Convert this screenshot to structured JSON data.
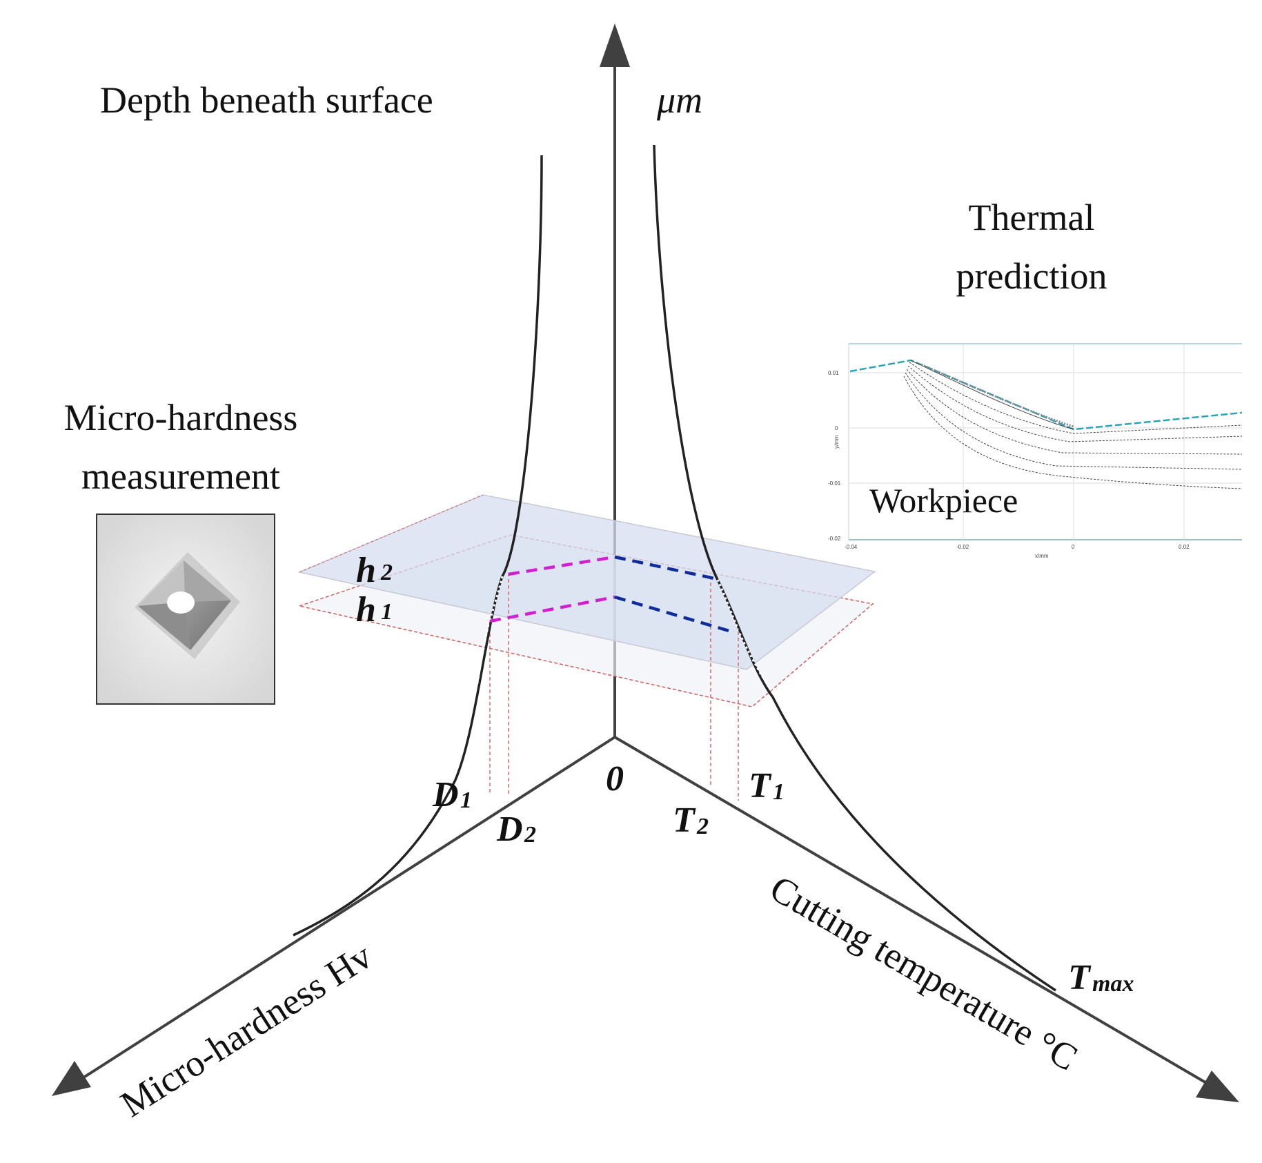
{
  "labels": {
    "depth_axis": "Depth beneath surface",
    "depth_unit": "μm",
    "hardness_axis": "Micro-hardness  Hv",
    "temp_axis": "Cutting temperature °C",
    "micro_title_1": "Micro-hardness",
    "micro_title_2": "measurement",
    "thermal_title_1": "Thermal",
    "thermal_title_2": "prediction",
    "workpiece": "Workpiece",
    "origin": "0"
  },
  "points": {
    "h2": {
      "main": "h",
      "sub": "2"
    },
    "h1": {
      "main": "h",
      "sub": "1"
    },
    "D1": {
      "main": "D",
      "sub": "1"
    },
    "D2": {
      "main": "D",
      "sub": "2"
    },
    "T1": {
      "main": "T",
      "sub": "1"
    },
    "T2": {
      "main": "T",
      "sub": "2"
    },
    "Tmax": {
      "main": "T",
      "sub": "max"
    }
  },
  "inset_ticks": {
    "y": [
      "0.01",
      "0",
      "-0.01",
      "-0.02"
    ],
    "x": [
      "-0.04",
      "-0.02",
      "0",
      "0.02"
    ],
    "xlabel": "x/mm",
    "ylabel": "y/mm"
  },
  "colors": {
    "axis": "#404040",
    "curve": "#222222",
    "plane_fill": "#dfe6f3",
    "plane_edge": "#d06060",
    "hardness_link": "#d020d0",
    "temp_link": "#102c9a",
    "inset_cyan": "#2aa4b8"
  }
}
